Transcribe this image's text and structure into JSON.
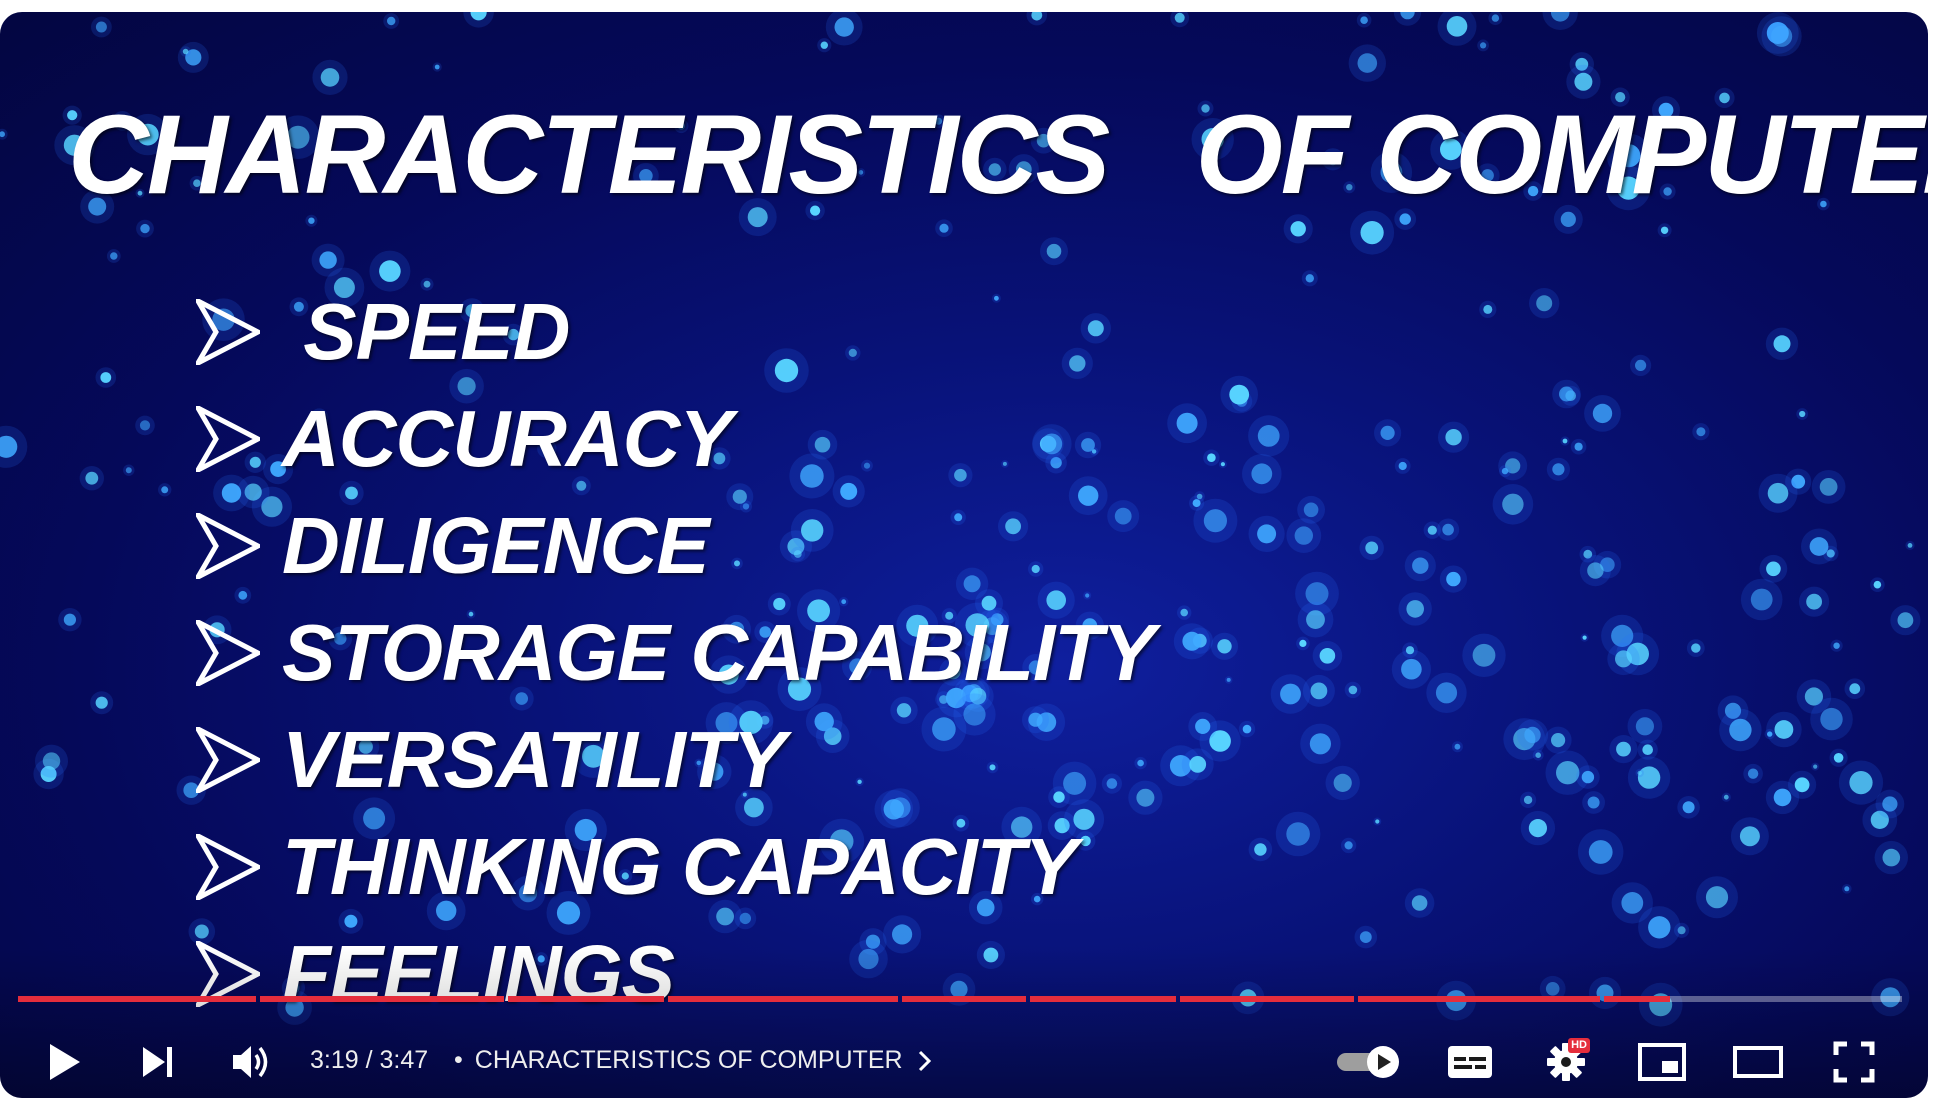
{
  "slide": {
    "title": "CHARACTERISTICS   OF COMPUTER",
    "bullets": [
      " SPEED",
      "ACCURACY",
      "DILIGENCE",
      "STORAGE CAPABILITY",
      "VERSATILITY",
      "THINKING CAPACITY",
      "FEELINGS"
    ]
  },
  "player": {
    "current_time": "3:19",
    "separator": " / ",
    "duration": "3:47",
    "chapter_dot": "•",
    "chapter_title": "CHARACTERISTICS OF COMPUTER",
    "hd_badge": "HD",
    "progress_fraction": 0.877,
    "colors": {
      "progress_played": "#e52d3c",
      "progress_unplayed": "rgba(255,255,255,0.35)",
      "background": "#05095a"
    },
    "icons": {
      "play": "play-icon",
      "next": "next-icon",
      "volume": "volume-icon",
      "chapter_chevron": "chevron-right-icon",
      "autoplay": "autoplay-toggle-icon",
      "subtitles": "subtitles-icon",
      "settings": "gear-icon",
      "miniplayer": "miniplayer-icon",
      "theater": "theater-mode-icon",
      "fullscreen": "fullscreen-icon"
    }
  }
}
